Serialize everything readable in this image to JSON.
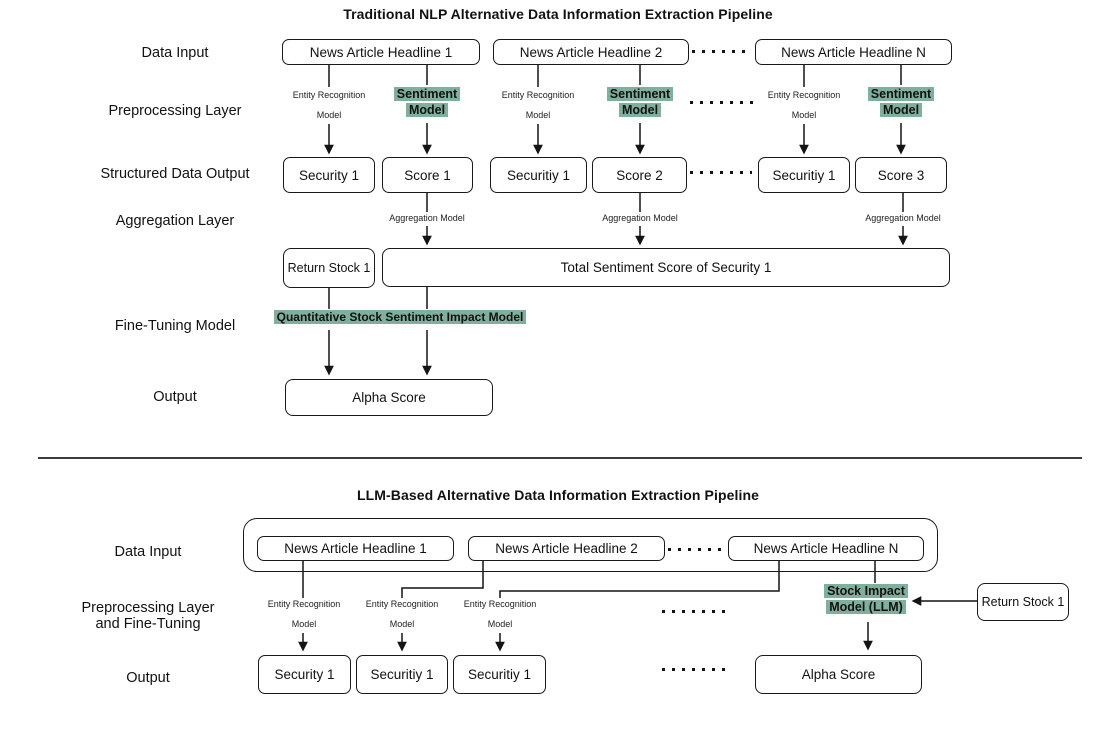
{
  "colors": {
    "highlight_green": "#7FB09E",
    "line_black": "#141414"
  },
  "top": {
    "title": "Traditional NLP Alternative Data Information Extraction Pipeline",
    "labels": {
      "data_input": "Data Input",
      "preprocessing": "Preprocessing Layer",
      "structured": "Structured Data Output",
      "aggregation": "Aggregation Layer",
      "fine_tuning": "Fine-Tuning Model",
      "output": "Output"
    },
    "headlines": [
      "News Article Headline 1",
      "News Article Headline 2",
      "News Article Headline N"
    ],
    "er_label": [
      "Entity Recognition",
      "Model"
    ],
    "sentiment_label": [
      "Sentiment",
      "Model"
    ],
    "structured_boxes": [
      "Security 1",
      "Score 1",
      "Securitiy 1",
      "Score 2",
      "Securitiy 1",
      "Score 3"
    ],
    "aggregation_label": "Aggregation Model",
    "return_stock": "Return Stock 1",
    "total_sentiment": "Total Sentiment Score of Security 1",
    "fine_tuning_label": "Quantitative Stock Sentiment Impact Model",
    "alpha": "Alpha Score"
  },
  "bottom": {
    "title": "LLM-Based Alternative Data Information Extraction Pipeline",
    "labels": {
      "data_input": "Data Input",
      "preprocessing_line1": "Preprocessing Layer",
      "preprocessing_line2": "and Fine-Tuning",
      "output": "Output"
    },
    "headlines": [
      "News Article Headline 1",
      "News Article Headline 2",
      "News Article Headline N"
    ],
    "er_label": [
      "Entity Recognition",
      "Model"
    ],
    "llm_label": [
      "Stock Impact",
      "Model (LLM)"
    ],
    "return_stock": "Return Stock 1",
    "outputs": [
      "Security 1",
      "Securitiy 1",
      "Securitiy 1",
      "Alpha Score"
    ]
  }
}
